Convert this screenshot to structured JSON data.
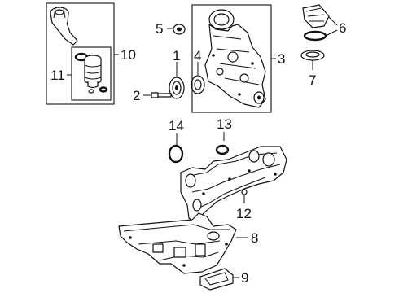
{
  "diagram": {
    "callouts": {
      "c1": "1",
      "c2": "2",
      "c3": "3",
      "c4": "4",
      "c5": "5",
      "c6": "6",
      "c7": "7",
      "c8": "8",
      "c9": "9",
      "c10": "10",
      "c11": "11",
      "c12": "12",
      "c13": "13",
      "c14": "14"
    }
  }
}
